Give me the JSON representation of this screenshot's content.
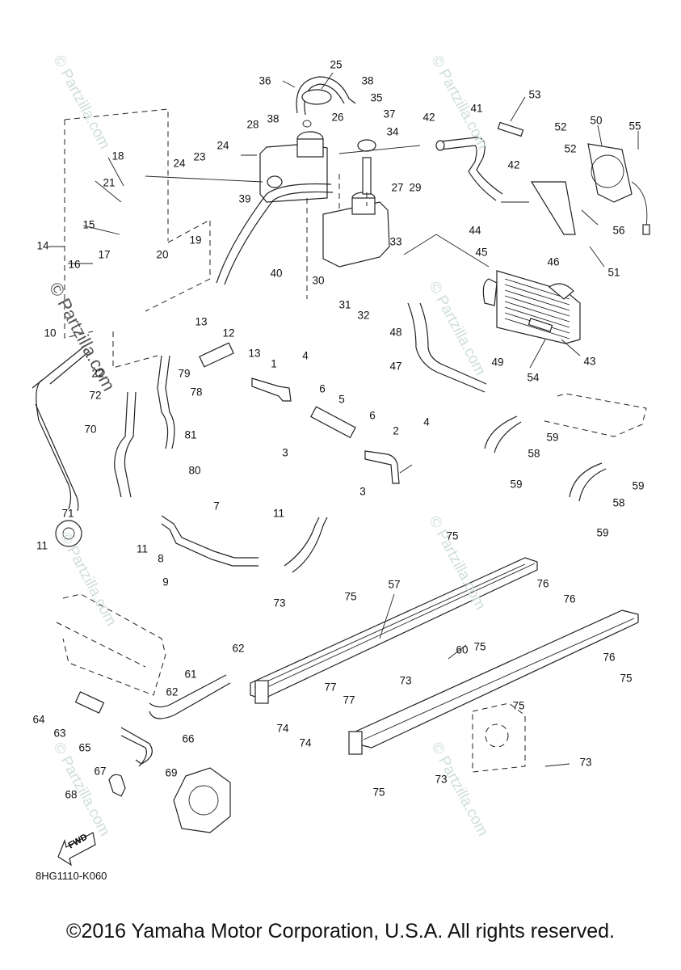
{
  "diagram": {
    "title": "Yamaha cooling system parts diagram",
    "document_id": "8HG1110-K060",
    "copyright": "©2016 Yamaha Motor Corporation, U.S.A. All rights reserved.",
    "direction_badge": "FWD",
    "watermark": "© Partzilla.com",
    "callouts": [
      {
        "id": "c1",
        "text": "1"
      },
      {
        "id": "c2",
        "text": "2"
      },
      {
        "id": "c3a",
        "text": "3"
      },
      {
        "id": "c3b",
        "text": "3"
      },
      {
        "id": "c4a",
        "text": "4"
      },
      {
        "id": "c4b",
        "text": "4"
      },
      {
        "id": "c5",
        "text": "5"
      },
      {
        "id": "c6a",
        "text": "6"
      },
      {
        "id": "c6b",
        "text": "6"
      },
      {
        "id": "c7",
        "text": "7"
      },
      {
        "id": "c8",
        "text": "8"
      },
      {
        "id": "c9",
        "text": "9"
      },
      {
        "id": "c10",
        "text": "10"
      },
      {
        "id": "c11a",
        "text": "11"
      },
      {
        "id": "c11b",
        "text": "11"
      },
      {
        "id": "c11c",
        "text": "11"
      },
      {
        "id": "c12",
        "text": "12"
      },
      {
        "id": "c13a",
        "text": "13"
      },
      {
        "id": "c13b",
        "text": "13"
      },
      {
        "id": "c14",
        "text": "14"
      },
      {
        "id": "c15",
        "text": "15"
      },
      {
        "id": "c16",
        "text": "16"
      },
      {
        "id": "c17",
        "text": "17"
      },
      {
        "id": "c18",
        "text": "18"
      },
      {
        "id": "c19",
        "text": "19"
      },
      {
        "id": "c20",
        "text": "20"
      },
      {
        "id": "c21",
        "text": "21"
      },
      {
        "id": "c22",
        "text": "22"
      },
      {
        "id": "c23",
        "text": "23"
      },
      {
        "id": "c24a",
        "text": "24"
      },
      {
        "id": "c24b",
        "text": "24"
      },
      {
        "id": "c25",
        "text": "25"
      },
      {
        "id": "c26",
        "text": "26"
      },
      {
        "id": "c27",
        "text": "27"
      },
      {
        "id": "c28",
        "text": "28"
      },
      {
        "id": "c29",
        "text": "29"
      },
      {
        "id": "c30",
        "text": "30"
      },
      {
        "id": "c31",
        "text": "31"
      },
      {
        "id": "c32",
        "text": "32"
      },
      {
        "id": "c33",
        "text": "33"
      },
      {
        "id": "c34",
        "text": "34"
      },
      {
        "id": "c35",
        "text": "35"
      },
      {
        "id": "c36",
        "text": "36"
      },
      {
        "id": "c37",
        "text": "37"
      },
      {
        "id": "c38a",
        "text": "38"
      },
      {
        "id": "c38b",
        "text": "38"
      },
      {
        "id": "c39",
        "text": "39"
      },
      {
        "id": "c40",
        "text": "40"
      },
      {
        "id": "c41",
        "text": "41"
      },
      {
        "id": "c42a",
        "text": "42"
      },
      {
        "id": "c42b",
        "text": "42"
      },
      {
        "id": "c43",
        "text": "43"
      },
      {
        "id": "c44",
        "text": "44"
      },
      {
        "id": "c45",
        "text": "45"
      },
      {
        "id": "c46",
        "text": "46"
      },
      {
        "id": "c47",
        "text": "47"
      },
      {
        "id": "c48",
        "text": "48"
      },
      {
        "id": "c49",
        "text": "49"
      },
      {
        "id": "c50",
        "text": "50"
      },
      {
        "id": "c51",
        "text": "51"
      },
      {
        "id": "c52a",
        "text": "52"
      },
      {
        "id": "c52b",
        "text": "52"
      },
      {
        "id": "c53",
        "text": "53"
      },
      {
        "id": "c54",
        "text": "54"
      },
      {
        "id": "c55",
        "text": "55"
      },
      {
        "id": "c56",
        "text": "56"
      },
      {
        "id": "c57",
        "text": "57"
      },
      {
        "id": "c58a",
        "text": "58"
      },
      {
        "id": "c58b",
        "text": "58"
      },
      {
        "id": "c59a",
        "text": "59"
      },
      {
        "id": "c59b",
        "text": "59"
      },
      {
        "id": "c59c",
        "text": "59"
      },
      {
        "id": "c59d",
        "text": "59"
      },
      {
        "id": "c60",
        "text": "60"
      },
      {
        "id": "c61",
        "text": "61"
      },
      {
        "id": "c62a",
        "text": "62"
      },
      {
        "id": "c62b",
        "text": "62"
      },
      {
        "id": "c63",
        "text": "63"
      },
      {
        "id": "c64",
        "text": "64"
      },
      {
        "id": "c65",
        "text": "65"
      },
      {
        "id": "c66",
        "text": "66"
      },
      {
        "id": "c67",
        "text": "67"
      },
      {
        "id": "c68",
        "text": "68"
      },
      {
        "id": "c69",
        "text": "69"
      },
      {
        "id": "c70",
        "text": "70"
      },
      {
        "id": "c71",
        "text": "71"
      },
      {
        "id": "c72",
        "text": "72"
      },
      {
        "id": "c73a",
        "text": "73"
      },
      {
        "id": "c73b",
        "text": "73"
      },
      {
        "id": "c73c",
        "text": "73"
      },
      {
        "id": "c73d",
        "text": "73"
      },
      {
        "id": "c74a",
        "text": "74"
      },
      {
        "id": "c74b",
        "text": "74"
      },
      {
        "id": "c75a",
        "text": "75"
      },
      {
        "id": "c75b",
        "text": "75"
      },
      {
        "id": "c75c",
        "text": "75"
      },
      {
        "id": "c75d",
        "text": "75"
      },
      {
        "id": "c75e",
        "text": "75"
      },
      {
        "id": "c75f",
        "text": "75"
      },
      {
        "id": "c76a",
        "text": "76"
      },
      {
        "id": "c76b",
        "text": "76"
      },
      {
        "id": "c76c",
        "text": "76"
      },
      {
        "id": "c77a",
        "text": "77"
      },
      {
        "id": "c77b",
        "text": "77"
      },
      {
        "id": "c78",
        "text": "78"
      },
      {
        "id": "c79",
        "text": "79"
      },
      {
        "id": "c80",
        "text": "80"
      },
      {
        "id": "c81",
        "text": "81"
      }
    ]
  }
}
